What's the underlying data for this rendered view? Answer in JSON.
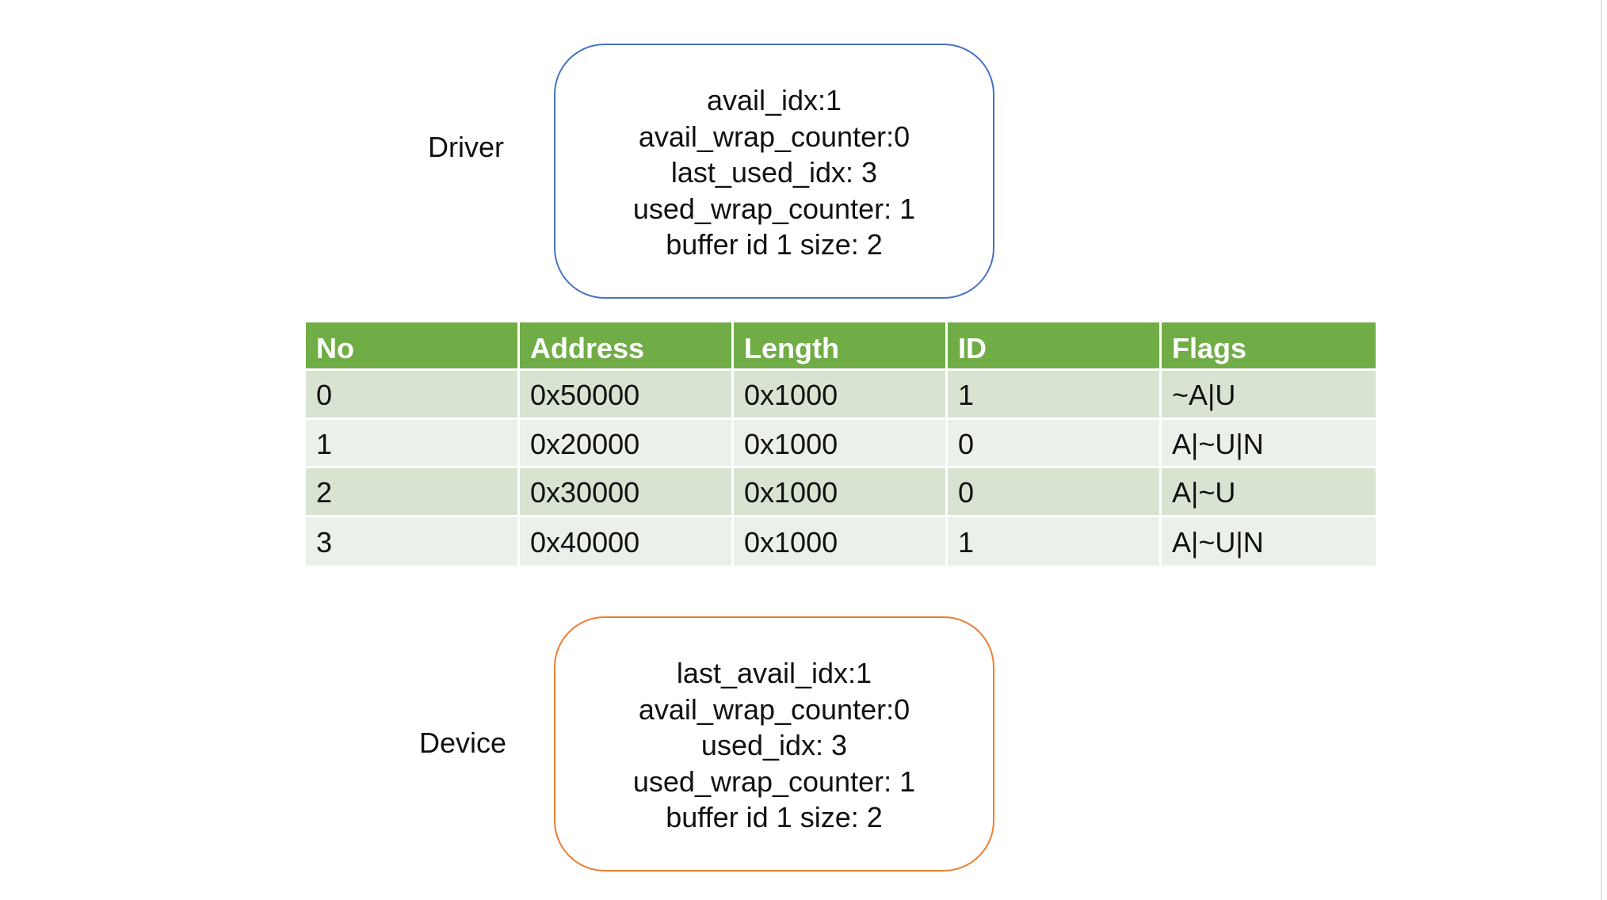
{
  "driver": {
    "label": "Driver",
    "lines": [
      "avail_idx:1",
      "avail_wrap_counter:0",
      "last_used_idx: 3",
      "used_wrap_counter: 1",
      "buffer id 1 size: 2"
    ],
    "border_color": "#4472c4"
  },
  "device": {
    "label": "Device",
    "lines": [
      "last_avail_idx:1",
      "avail_wrap_counter:0",
      "used_idx: 3",
      "used_wrap_counter: 1",
      "buffer id 1 size: 2"
    ],
    "border_color": "#ed7d31"
  },
  "table": {
    "headers": [
      "No",
      "Address",
      "Length",
      "ID",
      "Flags"
    ],
    "rows": [
      [
        "0",
        "0x50000",
        "0x1000",
        "1",
        "~A|U"
      ],
      [
        "1",
        "0x20000",
        "0x1000",
        "0",
        "A|~U|N"
      ],
      [
        "2",
        "0x30000",
        "0x1000",
        "0",
        "A|~U"
      ],
      [
        "3",
        "0x40000",
        "0x1000",
        "1",
        "A|~U|N"
      ]
    ],
    "header_color": "#70ad47",
    "row_colors": [
      "#d8e3d2",
      "#ebf0e8"
    ]
  }
}
